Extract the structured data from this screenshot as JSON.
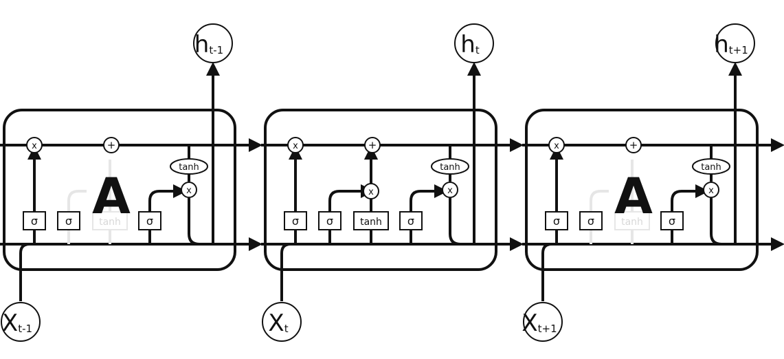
{
  "cells": [
    {
      "name": "cell-1",
      "block_label": "A",
      "input_main": "X",
      "input_sub": "t-1",
      "output_main": "h",
      "output_sub": "t-1",
      "gates": [
        "σ",
        "σ",
        "tanh",
        "σ"
      ],
      "faded": true
    },
    {
      "name": "cell-2",
      "block_label": "",
      "input_main": "X",
      "input_sub": "t",
      "output_main": "h",
      "output_sub": "t",
      "gates": [
        "σ",
        "σ",
        "tanh",
        "σ"
      ],
      "faded": false
    },
    {
      "name": "cell-3",
      "block_label": "A",
      "input_main": "X",
      "input_sub": "t+1",
      "output_main": "h",
      "output_sub": "t+1",
      "gates": [
        "σ",
        "σ",
        "tanh",
        "σ"
      ],
      "faded": true
    }
  ],
  "symbols": {
    "multiply": "x",
    "add": "+",
    "tanh": "tanh"
  }
}
